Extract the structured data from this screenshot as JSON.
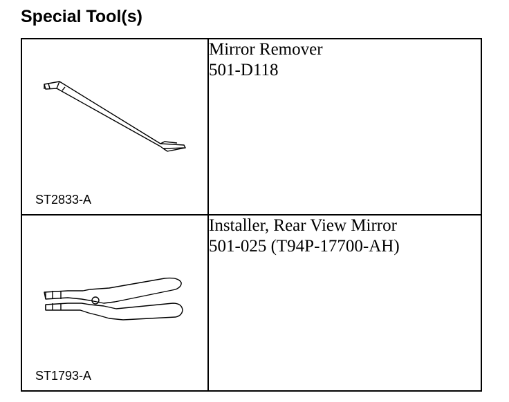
{
  "page": {
    "title": "Special Tool(s)"
  },
  "tools": [
    {
      "code": "ST2833-A",
      "name": "Mirror Remover",
      "number": "501-D118",
      "icon": "pry-bar-icon"
    },
    {
      "code": "ST1793-A",
      "name": "Installer, Rear View Mirror",
      "number": "501-025 (T94P-17700-AH)",
      "icon": "pliers-icon"
    }
  ]
}
